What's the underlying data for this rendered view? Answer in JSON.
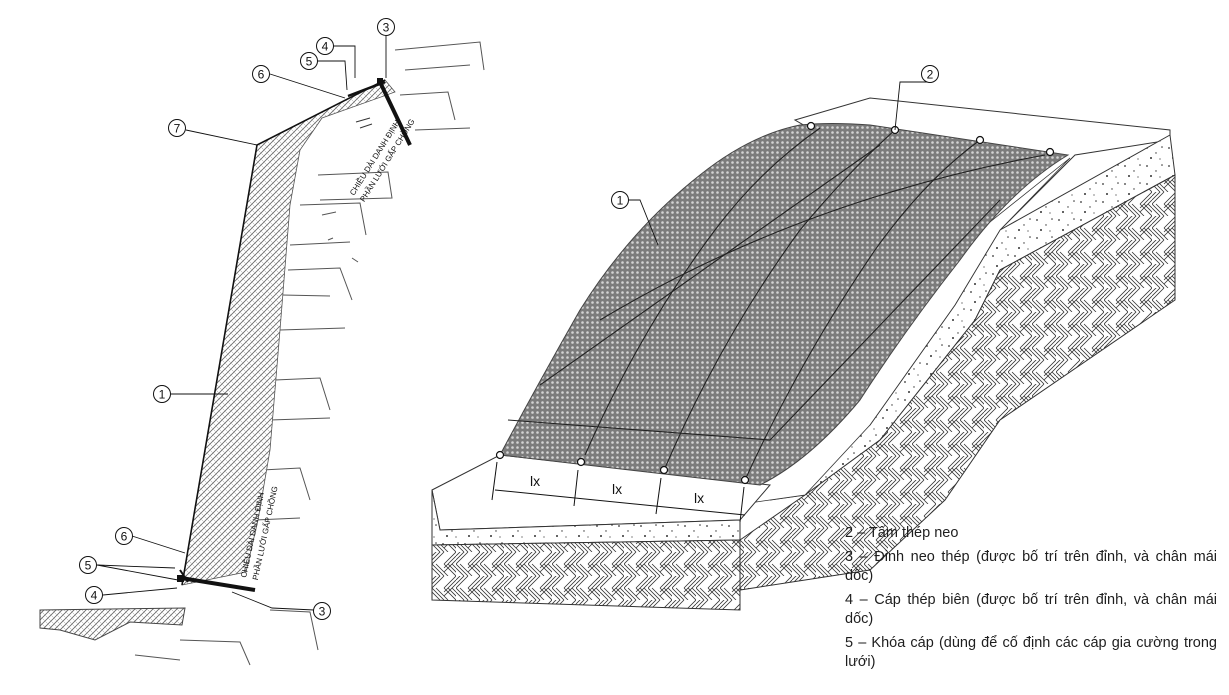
{
  "left_figure": {
    "callouts": {
      "c1": "1",
      "c3_top": "3",
      "c3_bottom": "3",
      "c4_top": "4",
      "c4_bottom": "4",
      "c5_top": "5",
      "c5_bottom": "5",
      "c6_top": "6",
      "c6_bottom": "6",
      "c7": "7"
    },
    "rotated_top": [
      "CHIỀU DÀI DANH ĐỊNH",
      "PHẦN LƯỚI GẤP CHỒNG"
    ],
    "rotated_bottom": [
      "CHIỀU DÀI DANH ĐỊNH",
      "PHẦN LƯỚI GẤP CHỒNG"
    ]
  },
  "right_figure": {
    "callouts": {
      "c1": "1",
      "c2": "2"
    },
    "spacing_labels": [
      "lx",
      "lx",
      "lx"
    ]
  },
  "legend": {
    "item2": "2 – Tấm thép neo",
    "item3": "3 – Đinh neo thép (được bố trí trên đỉnh, và chân mái dốc)",
    "item4": "4 – Cáp thép biên (được bố trí trên đỉnh, và chân mái dốc)",
    "item5": "5 – Khóa cáp (dùng để cố định các cáp gia cường trong lưới)"
  }
}
